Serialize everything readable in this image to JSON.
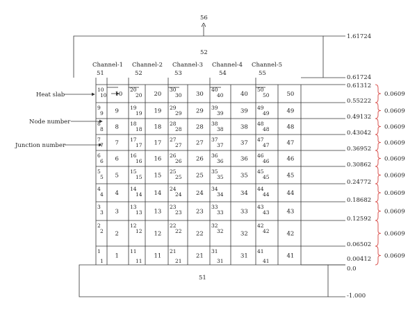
{
  "top_outlet": "56",
  "upper_plenum": "52",
  "lower_plenum": "51",
  "channels": [
    {
      "label": "Channel-1",
      "number": "51"
    },
    {
      "label": "Channel-2",
      "number": "52"
    },
    {
      "label": "Channel-3",
      "number": "53"
    },
    {
      "label": "Channel-4",
      "number": "54"
    },
    {
      "label": "Channel-5",
      "number": "55"
    }
  ],
  "callouts": {
    "heat_slab": "Heat slab",
    "node_number": "Node number",
    "junction_number": "Junction number"
  },
  "elevations": [
    "1.61724",
    "0.61724",
    "0.61312",
    "0.55222",
    "0.49132",
    "0.43042",
    "0.36952",
    "0.30862",
    "0.24772",
    "0.18682",
    "0.12592",
    "0.06502",
    "0.00412",
    "0.0",
    "-1.000"
  ],
  "spacing_label": "0.0609",
  "rows": [
    {
      "labels": [
        {
          "j": "10",
          "jb": "10",
          "node": "10"
        },
        {
          "j": "20",
          "jb": "20",
          "node": "20"
        },
        {
          "j": "30",
          "jb": "30",
          "node": "30"
        },
        {
          "j": "40",
          "jb": "40",
          "node": "40"
        },
        {
          "j": "50",
          "jb": "50",
          "node": "50"
        }
      ]
    },
    {
      "labels": [
        {
          "j": "9",
          "jb": "9",
          "node": "9"
        },
        {
          "j": "19",
          "jb": "19",
          "node": "19"
        },
        {
          "j": "29",
          "jb": "29",
          "node": "29"
        },
        {
          "j": "39",
          "jb": "39",
          "node": "39"
        },
        {
          "j": "49",
          "jb": "49",
          "node": "49"
        }
      ]
    },
    {
      "labels": [
        {
          "j": "8",
          "jb": "8",
          "node": "8"
        },
        {
          "j": "18",
          "jb": "18",
          "node": "18"
        },
        {
          "j": "28",
          "jb": "28",
          "node": "28"
        },
        {
          "j": "38",
          "jb": "38",
          "node": "38"
        },
        {
          "j": "48",
          "jb": "48",
          "node": "48"
        }
      ]
    },
    {
      "labels": [
        {
          "j": "7",
          "jb": "7",
          "node": "7"
        },
        {
          "j": "17",
          "jb": "17",
          "node": "17"
        },
        {
          "j": "27",
          "jb": "27",
          "node": "27"
        },
        {
          "j": "37",
          "jb": "37",
          "node": "37"
        },
        {
          "j": "47",
          "jb": "47",
          "node": "47"
        }
      ]
    },
    {
      "labels": [
        {
          "j": "6",
          "jb": "6",
          "node": "6"
        },
        {
          "j": "16",
          "jb": "16",
          "node": "16"
        },
        {
          "j": "26",
          "jb": "26",
          "node": "26"
        },
        {
          "j": "36",
          "jb": "36",
          "node": "36"
        },
        {
          "j": "46",
          "jb": "46",
          "node": "46"
        }
      ]
    },
    {
      "labels": [
        {
          "j": "5",
          "jb": "5",
          "node": "5"
        },
        {
          "j": "15",
          "jb": "15",
          "node": "15"
        },
        {
          "j": "25",
          "jb": "25",
          "node": "25"
        },
        {
          "j": "35",
          "jb": "35",
          "node": "35"
        },
        {
          "j": "45",
          "jb": "45",
          "node": "45"
        }
      ]
    },
    {
      "labels": [
        {
          "j": "4",
          "jb": "4",
          "node": "4"
        },
        {
          "j": "14",
          "jb": "14",
          "node": "14"
        },
        {
          "j": "24",
          "jb": "24",
          "node": "24"
        },
        {
          "j": "34",
          "jb": "34",
          "node": "34"
        },
        {
          "j": "44",
          "jb": "44",
          "node": "44"
        }
      ]
    },
    {
      "labels": [
        {
          "j": "3",
          "jb": "3",
          "node": "3"
        },
        {
          "j": "13",
          "jb": "13",
          "node": "13"
        },
        {
          "j": "23",
          "jb": "23",
          "node": "23"
        },
        {
          "j": "33",
          "jb": "33",
          "node": "33"
        },
        {
          "j": "43",
          "jb": "43",
          "node": "43"
        }
      ]
    },
    {
      "labels": [
        {
          "j": "2",
          "jb": "2",
          "node": "2"
        },
        {
          "j": "12",
          "jb": "12",
          "node": "12"
        },
        {
          "j": "22",
          "jb": "22",
          "node": "22"
        },
        {
          "j": "32",
          "jb": "32",
          "node": "32"
        },
        {
          "j": "42",
          "jb": "42",
          "node": "42"
        }
      ]
    },
    {
      "labels": [
        {
          "j": "1",
          "jb": "1",
          "node": "1"
        },
        {
          "j": "11",
          "jb": "11",
          "node": "11"
        },
        {
          "j": "21",
          "jb": "21",
          "node": "21"
        },
        {
          "j": "31",
          "jb": "31",
          "node": "31"
        },
        {
          "j": "41",
          "jb": "41",
          "node": "41"
        }
      ]
    }
  ],
  "colors": {
    "line": "#333333",
    "brace": "#d9534f"
  }
}
